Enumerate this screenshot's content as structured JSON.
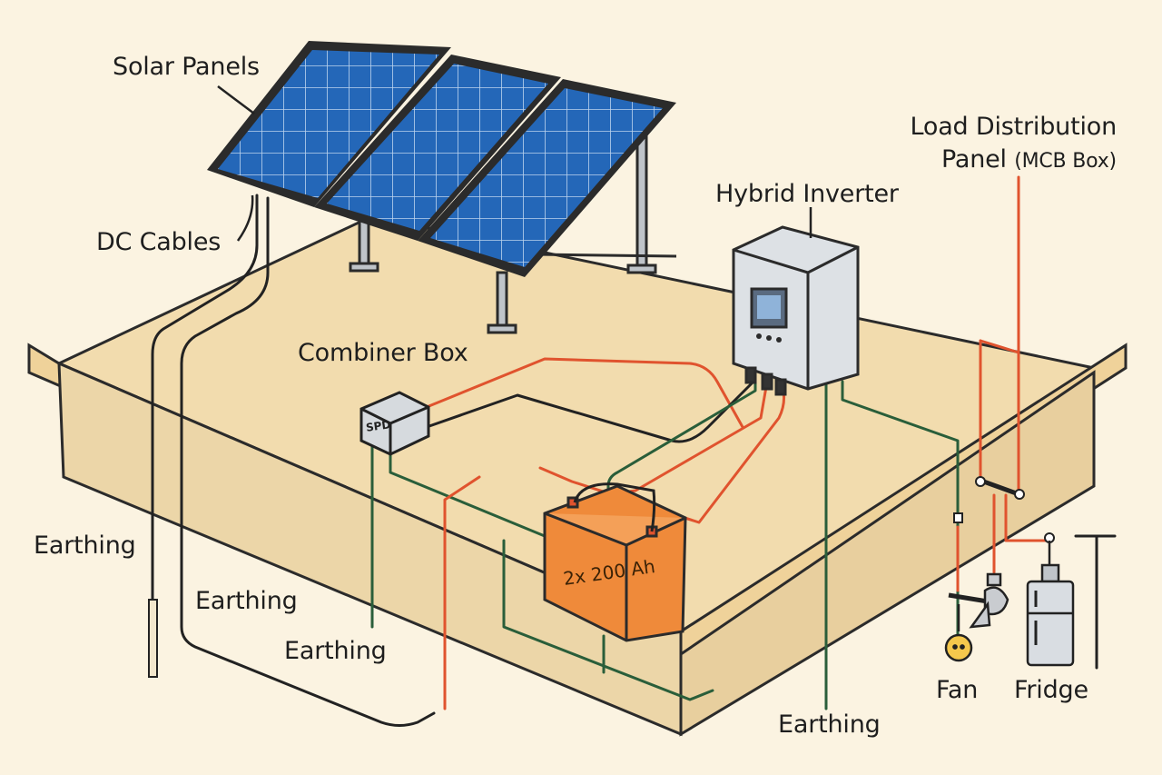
{
  "labels": {
    "solar_panels": "Solar Panels",
    "dc_cables": "DC Cables",
    "combiner_box": "Combiner Box",
    "spd": "SPD",
    "hybrid_inverter": "Hybrid Inverter",
    "load_panel_line1": "Load Distribution",
    "load_panel_line2": "Panel",
    "load_panel_mcb": "(MCB Box)",
    "battery": "2x 200 Ah",
    "earthing_left": "Earthing",
    "earthing_mid": "Earthing",
    "earthing_spd": "Earthing",
    "earthing_right": "Earthing",
    "fan": "Fan",
    "fridge": "Fridge"
  },
  "colors": {
    "background": "#fbf3e1",
    "roof_top": "#f2dcae",
    "roof_wall": "#ecd6a8",
    "panel_blue": "#2467b8",
    "panel_frame": "#2b2b2b",
    "wire_red": "#e0532e",
    "wire_green": "#2a5e3a",
    "wire_dark": "#222222",
    "battery_orange": "#ef8a3a",
    "inverter_grey": "#d9dde2"
  },
  "icons": [
    "solar-panel-icon",
    "combiner-box-icon",
    "inverter-icon",
    "battery-icon",
    "mcb-icon",
    "fan-icon",
    "fridge-icon",
    "earth-rod-icon"
  ]
}
